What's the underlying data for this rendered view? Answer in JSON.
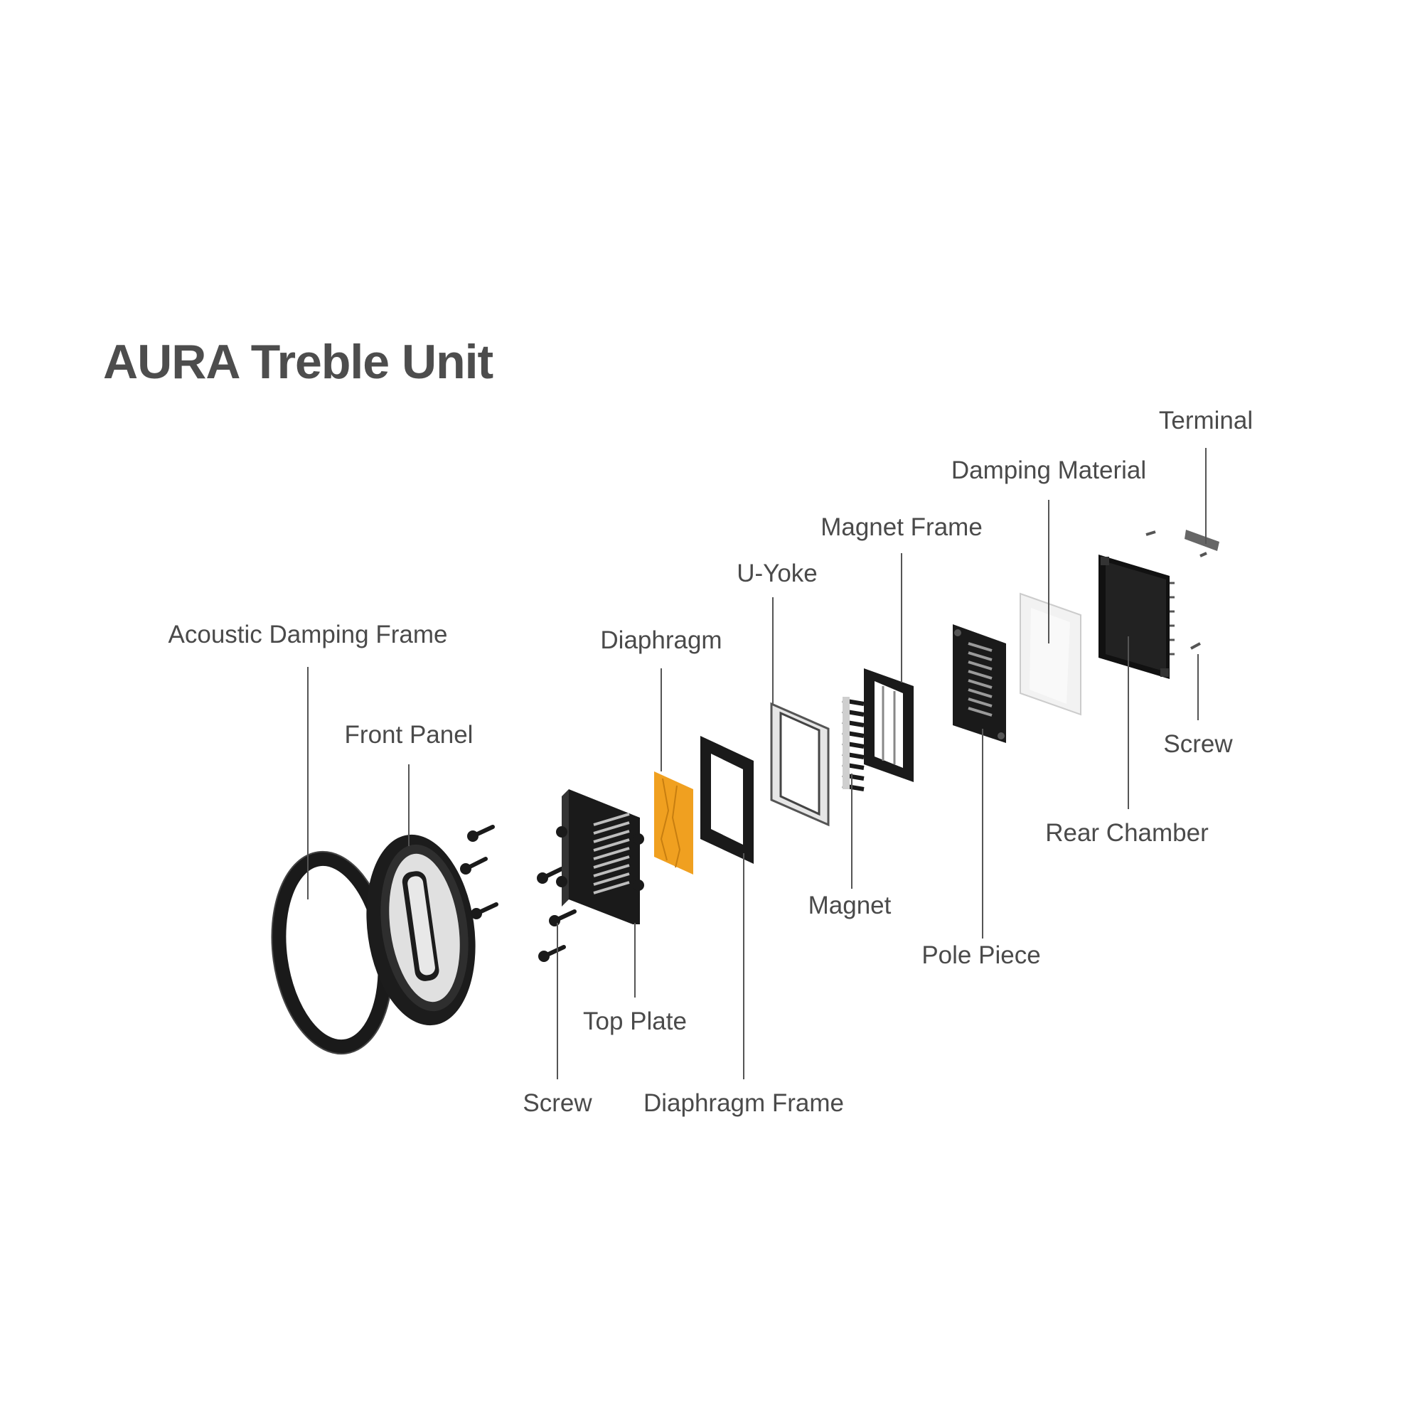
{
  "title": "AURA Treble Unit",
  "labels": {
    "acoustic_damping_frame": "Acoustic Damping Frame",
    "front_panel": "Front Panel",
    "diaphragm": "Diaphragm",
    "u_yoke": "U-Yoke",
    "magnet_frame": "Magnet Frame",
    "damping_material": "Damping Material",
    "terminal": "Terminal",
    "screw_right": "Screw",
    "rear_chamber": "Rear Chamber",
    "magnet": "Magnet",
    "pole_piece": "Pole Piece",
    "top_plate": "Top Plate",
    "screw_left": "Screw",
    "diaphragm_frame": "Diaphragm Frame"
  },
  "colors": {
    "title": "#4d4d4d",
    "label": "#4a4a4a",
    "part_dark": "#1a1a1a",
    "diaphragm": "#f0a020"
  }
}
